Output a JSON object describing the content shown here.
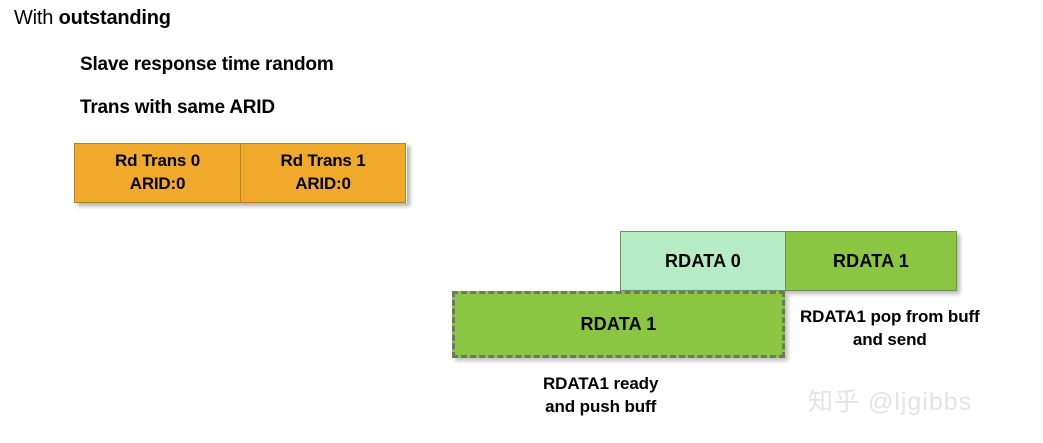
{
  "diagram": {
    "title_prefix": "With ",
    "title_emphasis": "outstanding",
    "notes": [
      "Slave response time random",
      "Trans with same ARID"
    ],
    "transactions": {
      "boxes": [
        {
          "line1": "Rd Trans 0",
          "line2": "ARID:0"
        },
        {
          "line1": "Rd Trans 1",
          "line2": "ARID:0"
        }
      ]
    },
    "rdata_row": {
      "boxes": [
        {
          "label": "RDATA 0",
          "color": "#b5ecc3"
        },
        {
          "label": "RDATA 1",
          "color": "#8ac642"
        }
      ]
    },
    "rdata_buffered": {
      "label": "RDATA 1",
      "color": "#8ac642",
      "border_color": "#6b7a5c"
    },
    "captions": {
      "pop": "RDATA1 pop from buff\nand send",
      "pop_line1": "RDATA1 pop from buff",
      "pop_line2": "and send",
      "ready_line1": "RDATA1 ready",
      "ready_line2": "and push buff"
    },
    "watermark": "知乎 @ljgibbs",
    "colors": {
      "orange_fill": "#f0a92a",
      "orange_border": "#b8821f",
      "green_light": "#b5ecc3",
      "green_dark": "#8ac642",
      "green_border": "#6f8f63",
      "dashed_border": "#6b7a5c",
      "text": "#000000",
      "watermark": "#e3e3e3",
      "background": "#ffffff"
    }
  }
}
